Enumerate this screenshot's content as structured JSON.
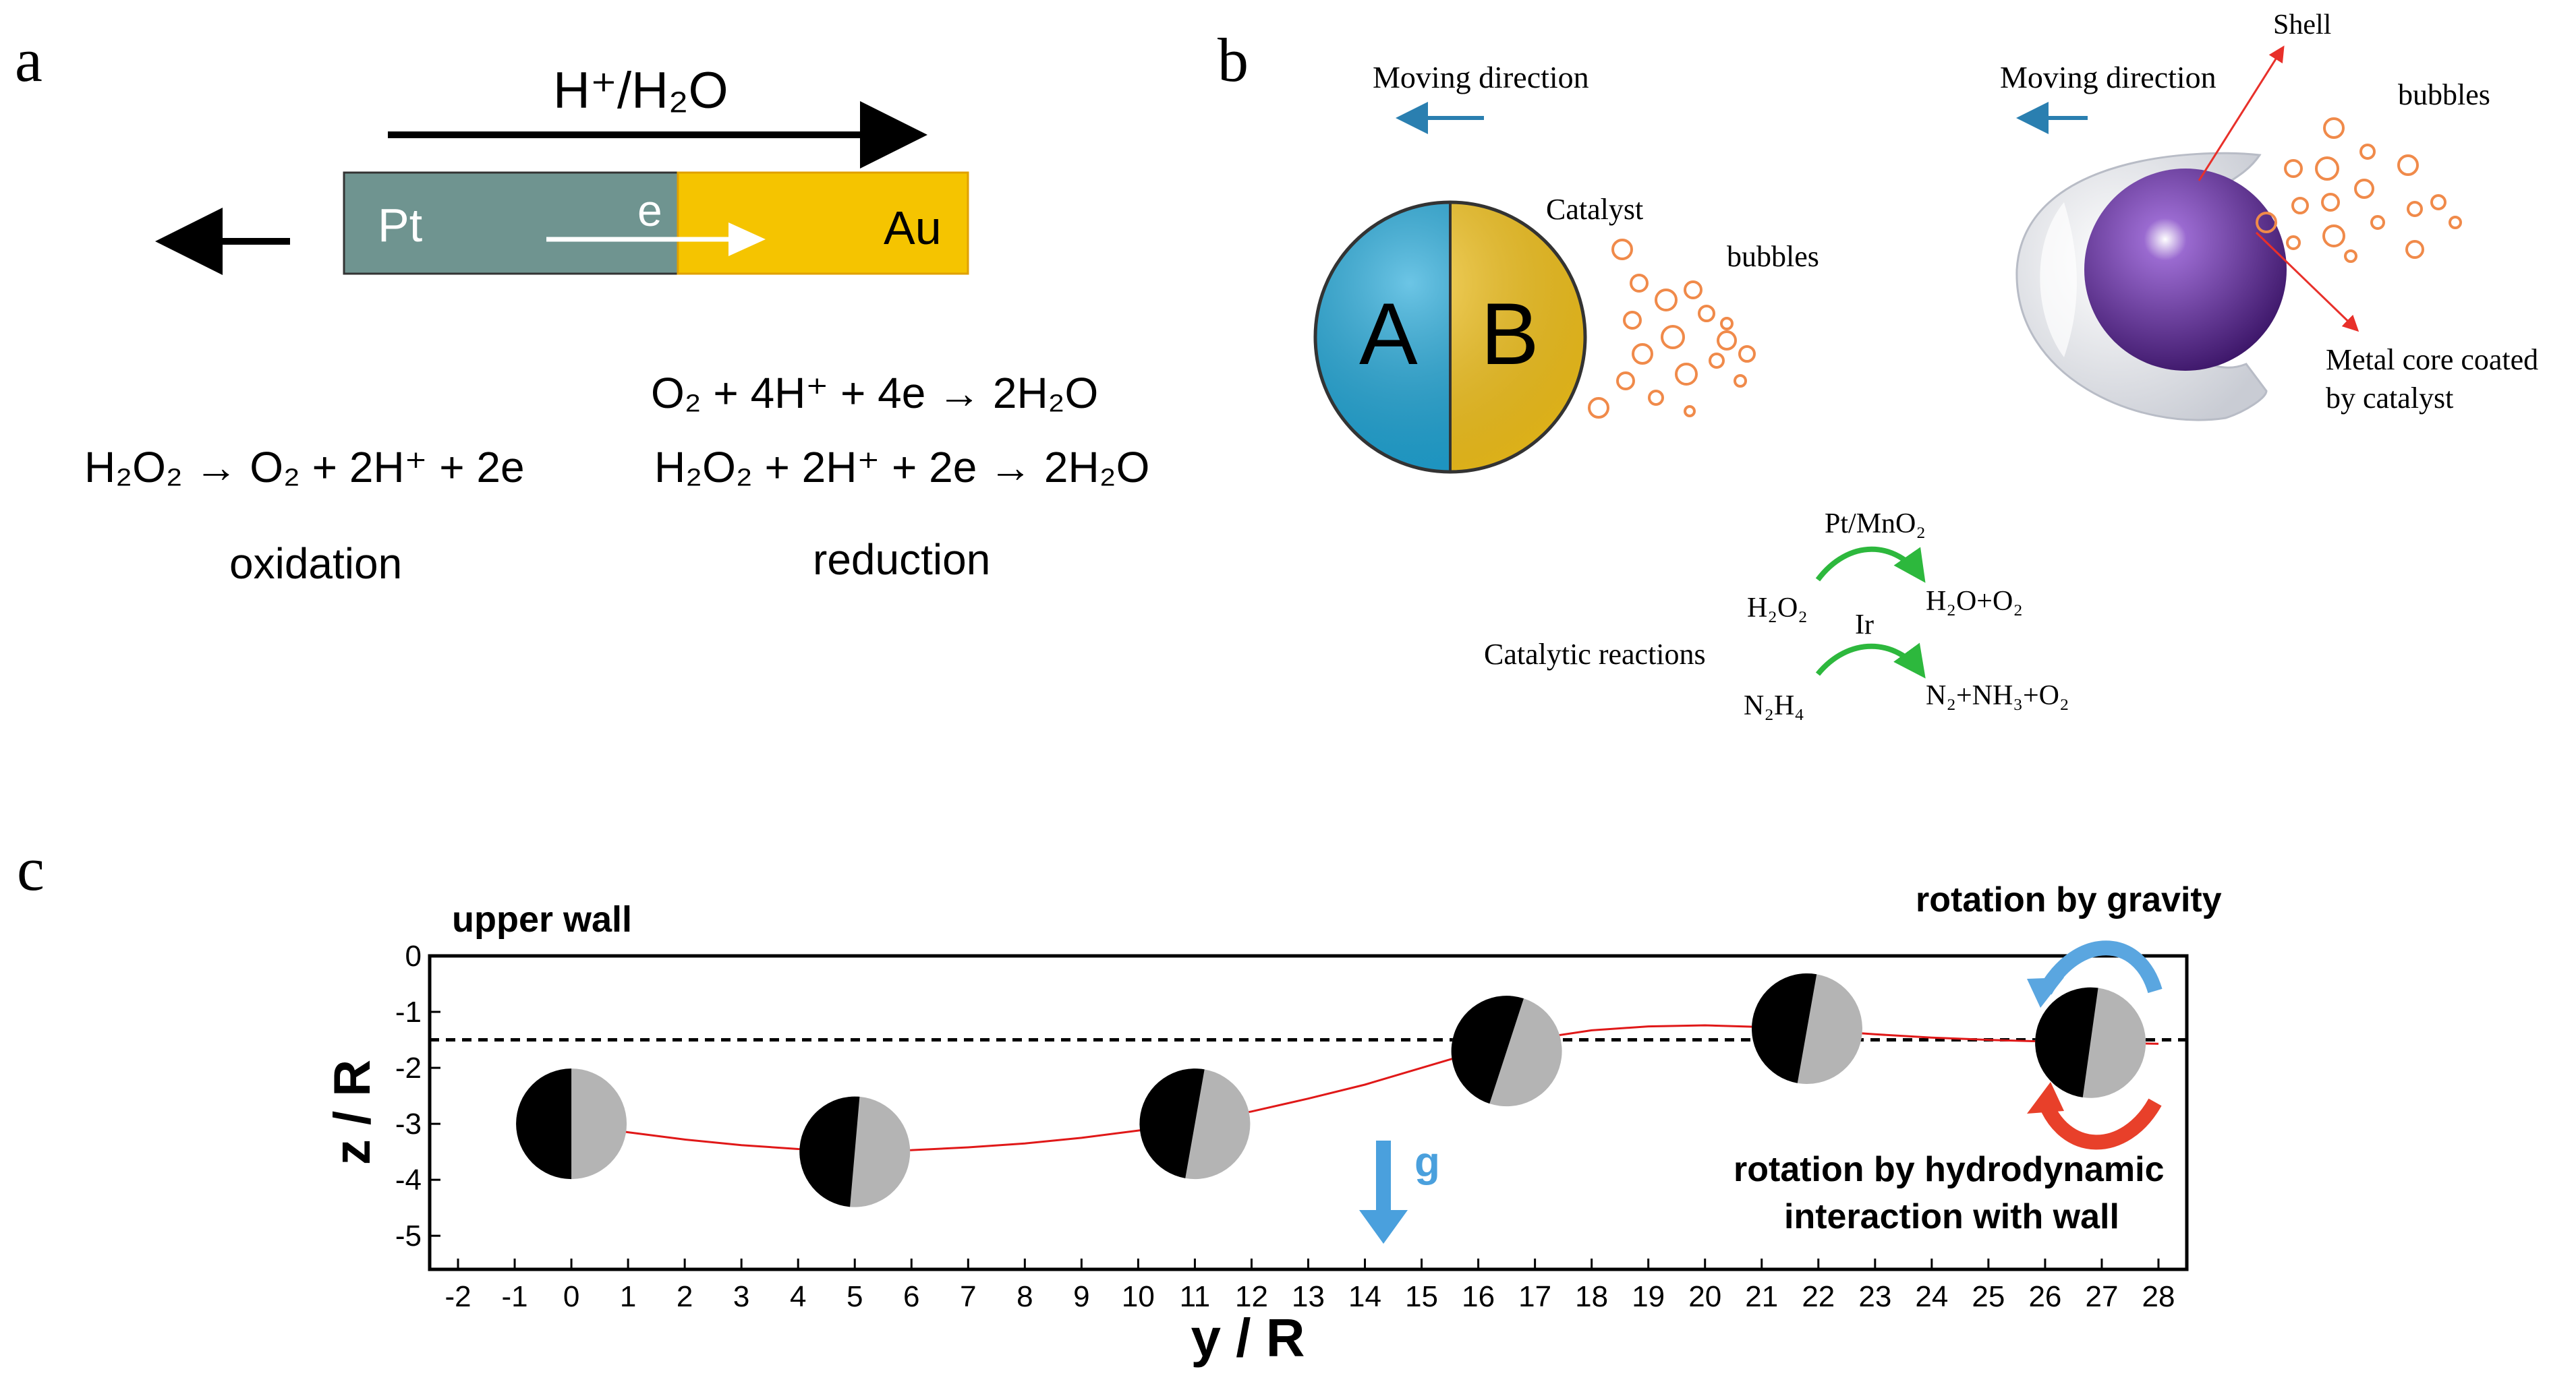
{
  "panels": {
    "a": {
      "label": "a",
      "top_arrow_label": "H⁺/H₂O",
      "pt_label": "Pt",
      "au_label": "Au",
      "electron_label": "e",
      "colors": {
        "pt": "#6f9490",
        "au": "#f5c400",
        "au_border": "#e0a000"
      },
      "eq_oxidation": "H₂O₂ →  O₂ + 2H⁺ + 2e",
      "eq_reduction_1": "O₂ + 4H⁺ + 4e → 2H₂O",
      "eq_reduction_2": "H₂O₂ + 2H⁺ + 2e → 2H₂O",
      "oxidation_label": "oxidation",
      "reduction_label": "reduction"
    },
    "b": {
      "label": "b",
      "moving_direction_1": "Moving direction",
      "moving_direction_2": "Moving direction",
      "janus_a": "A",
      "janus_b": "B",
      "catalyst_label": "Catalyst",
      "bubbles_1": "bubbles",
      "bubbles_2": "bubbles",
      "shell_label": "Shell",
      "core_label_1": "Metal core coated",
      "core_label_2": "by catalyst",
      "reactions_label": "Catalytic reactions",
      "r1_catalyst": "Pt/MnO₂",
      "r1_reactant": "H₂O₂",
      "r1_product": "H₂O+O₂",
      "r2_catalyst": "Ir",
      "r2_reactant": "N₂H₄",
      "r2_product": "N₂+NH₃+O₂",
      "colors": {
        "a": "#1da6d8",
        "b": "#f7c51a",
        "arrow": "#2a7fb0",
        "bubble": "#f08a4a",
        "core": "#5b2a8f",
        "react_arrow": "#2db83d",
        "pointer": "#e8302a"
      }
    },
    "c": {
      "label": "c",
      "upper_wall": "upper wall",
      "rotation_gravity": "rotation by gravity",
      "rotation_hydro_1": "rotation by hydrodynamic",
      "rotation_hydro_2": "interaction with wall",
      "g_label": "g"
    }
  },
  "chart_data": {
    "type": "line",
    "xlabel": "y / R",
    "ylabel": "z / R",
    "xlim": [
      -2.5,
      28.5
    ],
    "ylim": [
      -5.6,
      0
    ],
    "x_ticks": [
      -2,
      -1,
      0,
      1,
      2,
      3,
      4,
      5,
      6,
      7,
      8,
      9,
      10,
      11,
      12,
      13,
      14,
      15,
      16,
      17,
      18,
      19,
      20,
      21,
      22,
      23,
      24,
      25,
      26,
      27,
      28
    ],
    "y_ticks": [
      0,
      -1,
      -2,
      -3,
      -4,
      -5
    ],
    "dashed_line_y": -1.5,
    "series": [
      {
        "x": [
          0,
          1,
          2,
          3,
          4,
          5,
          6,
          7,
          8,
          9,
          10,
          11,
          12,
          13,
          14,
          15,
          16,
          17,
          18,
          19,
          20,
          21,
          22,
          23,
          24,
          25,
          26,
          27,
          28
        ],
        "y": [
          -3.0,
          -3.15,
          -3.28,
          -3.38,
          -3.45,
          -3.48,
          -3.47,
          -3.42,
          -3.35,
          -3.25,
          -3.12,
          -2.97,
          -2.78,
          -2.55,
          -2.3,
          -2.0,
          -1.7,
          -1.48,
          -1.33,
          -1.26,
          -1.24,
          -1.27,
          -1.33,
          -1.4,
          -1.46,
          -1.5,
          -1.53,
          -1.55,
          -1.57
        ],
        "color": "#e01818"
      }
    ],
    "particles": [
      {
        "x": 0,
        "y": -3.0,
        "tilt": 0
      },
      {
        "x": 5,
        "y": -3.5,
        "tilt": 5
      },
      {
        "x": 11,
        "y": -3.0,
        "tilt": 10
      },
      {
        "x": 16.5,
        "y": -1.7,
        "tilt": 18
      },
      {
        "x": 21.8,
        "y": -1.3,
        "tilt": 10
      },
      {
        "x": 26.8,
        "y": -1.55,
        "tilt": 8
      }
    ]
  }
}
